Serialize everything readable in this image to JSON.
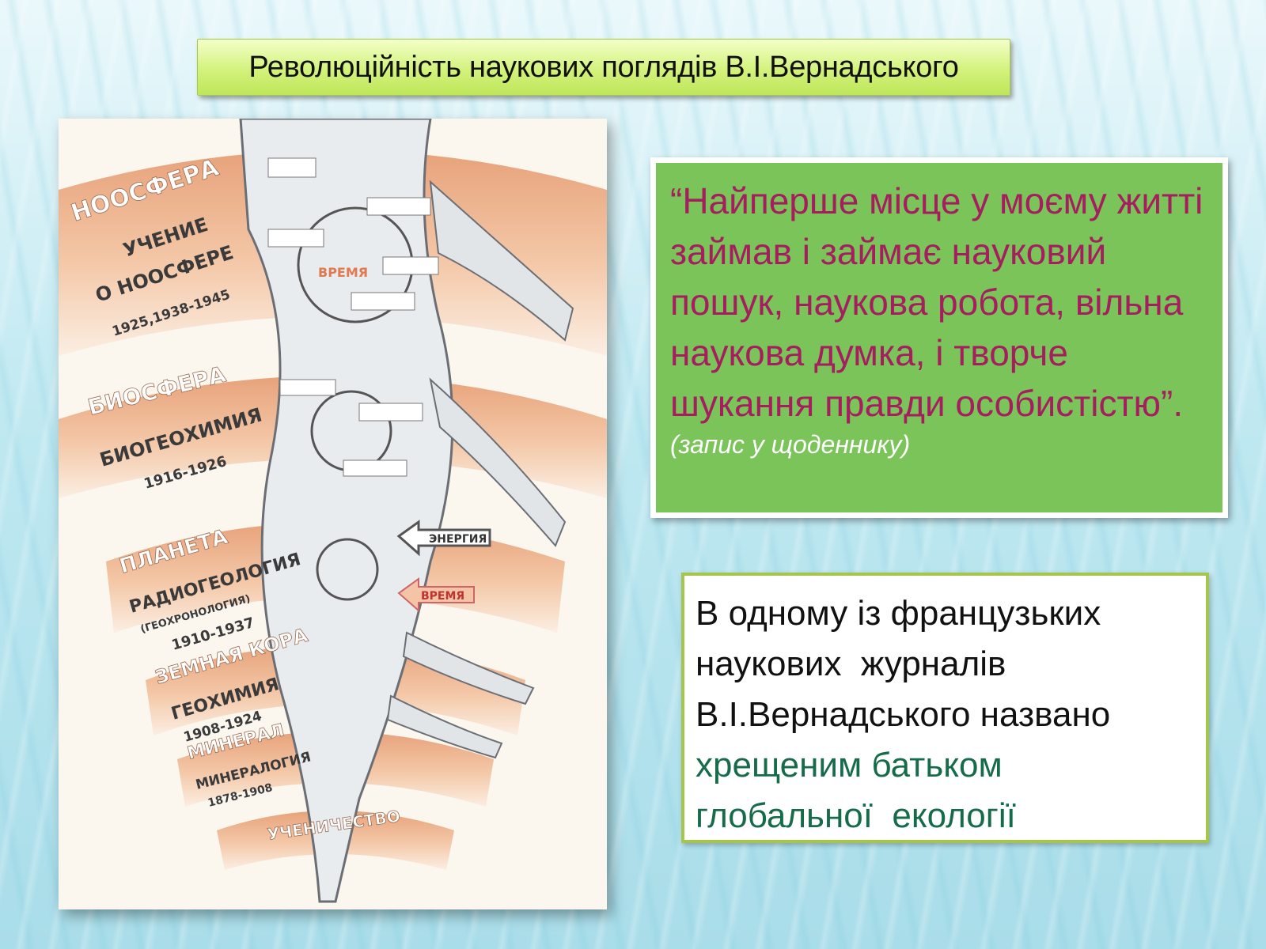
{
  "slide": {
    "title": "Революційність наукових поглядів В.І.Вернадського",
    "quote": {
      "text": "“Найперше місце у моєму житті займав і займає науковий пошук, наукова робота, вільна наукова думка, і творче шукання правди особистістю”.",
      "note": "(запис у щоденнику)"
    },
    "info": {
      "lines_plain": [
        "В одному із французьких",
        "наукових  журналів",
        "В.І.Вернадського названо"
      ],
      "lines_highlight": [
        "хрещеним батьком",
        "глобальної  екології"
      ]
    },
    "figure": {
      "bands": [
        {
          "label": "НООСФЕРА",
          "text": "УЧЕНИЕ",
          "sub": "О НООСФЕРЕ",
          "years": "1925,1938-1945"
        },
        {
          "label": "БИОСФЕРА",
          "text": "БИОГЕОХИМИЯ",
          "years": "1916-1926"
        },
        {
          "label": "ПЛАНЕТА",
          "text": "РАДИОГЕОЛОГИЯ",
          "sub": "(ГЕОХРОНОЛОГИЯ)",
          "years": "1910-1937"
        },
        {
          "label": "ЗЕМНАЯ КОРА",
          "text": "ГЕОХИМИЯ",
          "years": "1908-1924"
        },
        {
          "label": "МИНЕРАЛ",
          "text": "МИНЕРАЛОГИЯ",
          "years": "1878-1908"
        },
        {
          "label": "УЧЕНИЧЕСТВО"
        }
      ],
      "tags": {
        "time": "ВРЕМЯ",
        "energy": "ЭНЕРГИЯ"
      }
    },
    "colors": {
      "quote_text": "#a51f5e",
      "highlight": "#166b4a",
      "quote_bg": "#7ac45a",
      "title_bg": "#cdee70"
    }
  }
}
